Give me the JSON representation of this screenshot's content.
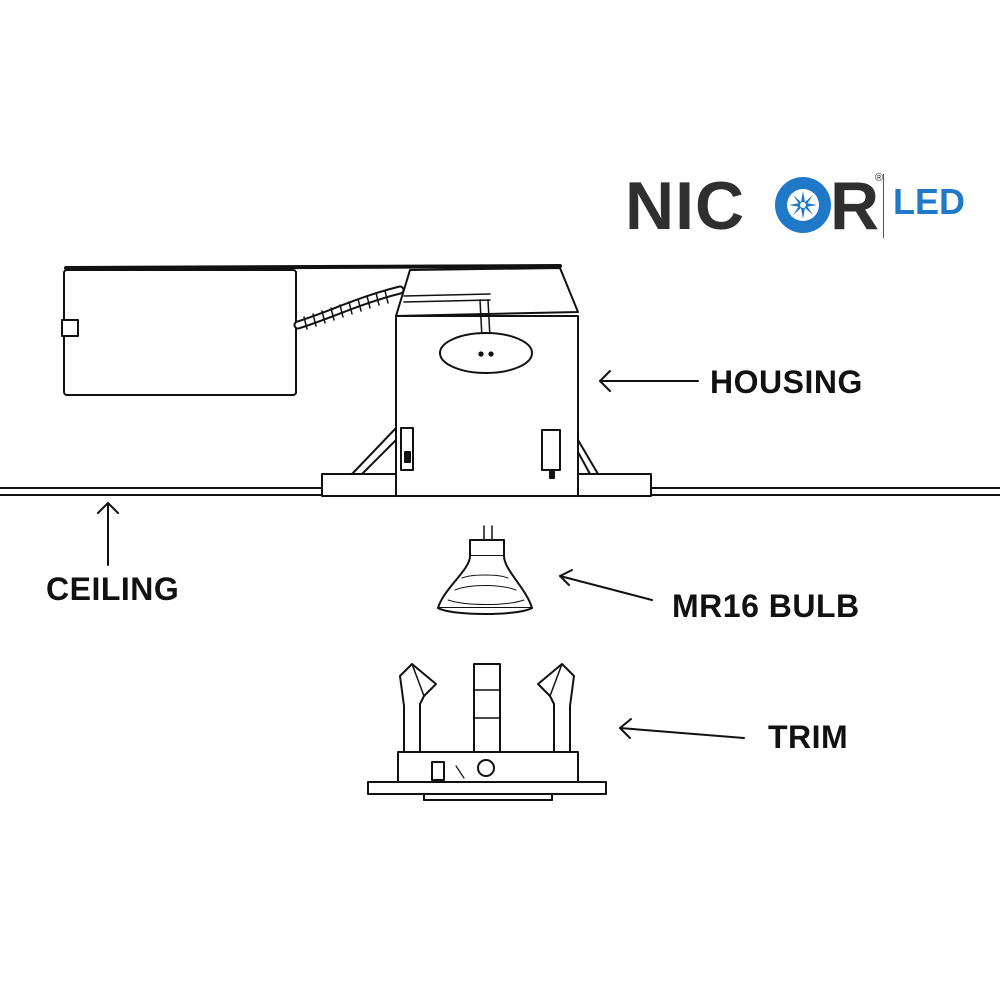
{
  "brand": {
    "name_left": "NIC",
    "name_right": "R",
    "registered": "®",
    "suffix": "LED",
    "dark_color": "#2f2f2f",
    "accent_color": "#1f78c8",
    "icon": "starburst-icon"
  },
  "labels": {
    "housing": "HOUSING",
    "ceiling": "CEILING",
    "bulb": "MR16 BULB",
    "trim": "TRIM"
  },
  "colors": {
    "line": "#111111",
    "background": "#ffffff"
  }
}
